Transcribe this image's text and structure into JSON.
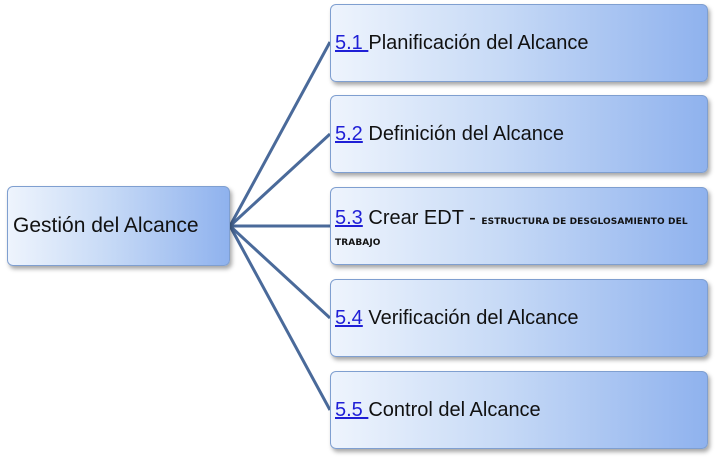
{
  "diagram": {
    "root": {
      "label": "Gestión del Alcance"
    },
    "children": [
      {
        "code": "5.1 ",
        "text": "Planificación del Alcance"
      },
      {
        "code": "5.2",
        "text": " Definición del Alcance"
      },
      {
        "code": "5.3",
        "text": " Crear EDT - ",
        "subtext": "ESTRUCTURA DE DESGLOSAMIENTO DEL TRABAJO"
      },
      {
        "code": "5.4",
        "text": " Verificación del Alcance"
      },
      {
        "code": "5.5 ",
        "text": "Control del Alcance"
      }
    ],
    "colors": {
      "connector": "#4a6a9a",
      "box_border": "#7f9fd0",
      "box_gradient_start": "#eef4fd",
      "box_gradient_end": "#8fb2ee",
      "link": "#1f1fd6"
    }
  }
}
